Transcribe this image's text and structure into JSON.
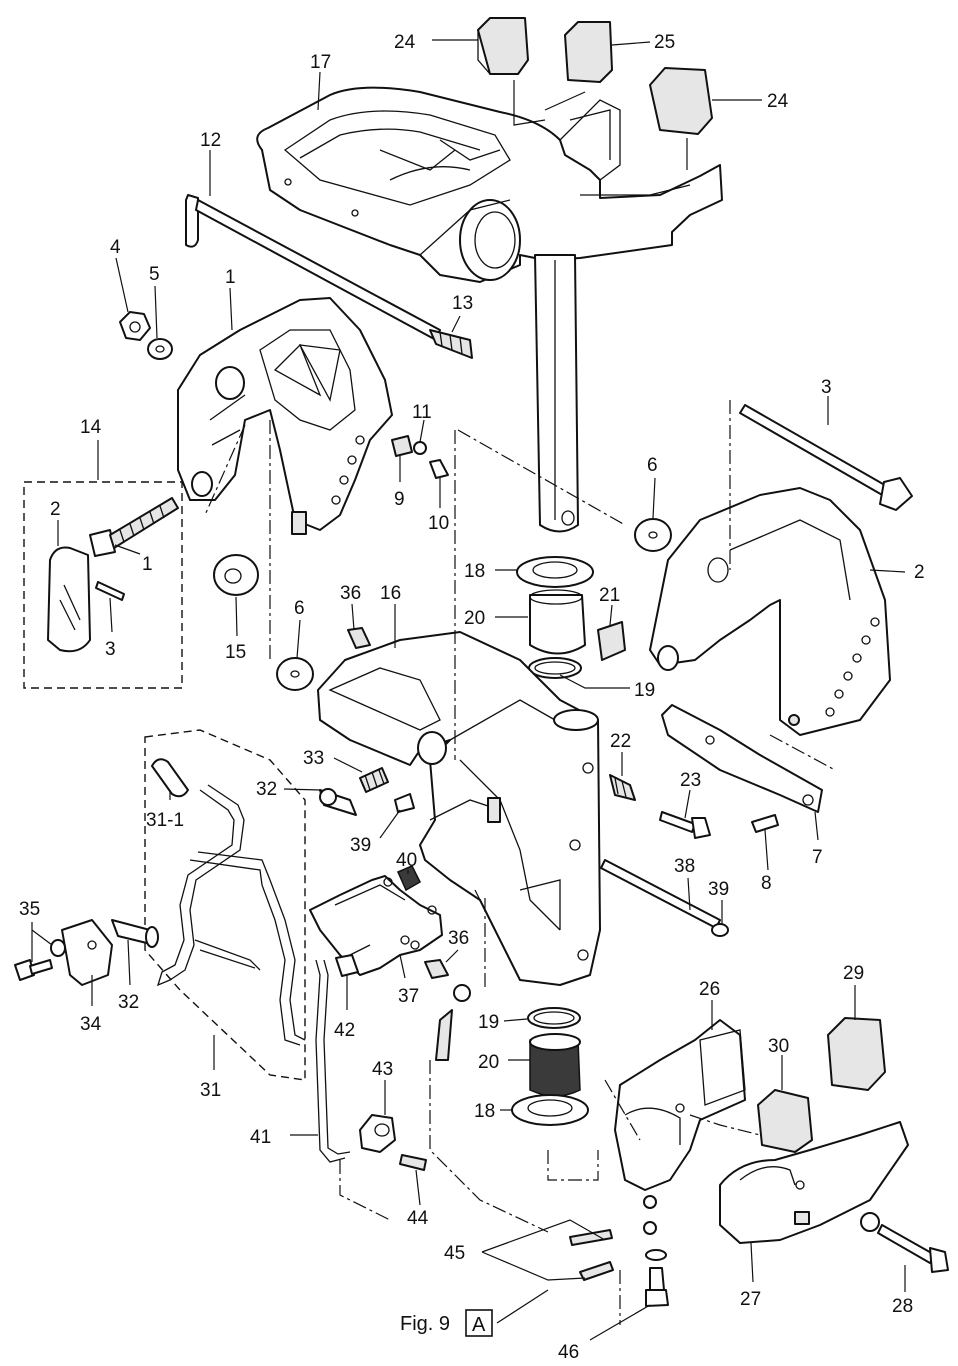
{
  "caption": {
    "prefix": "Fig. 9",
    "boxed_letter": "A"
  },
  "labels": {
    "l24a": "24",
    "l25": "25",
    "l24b": "24",
    "l17": "17",
    "l12": "12",
    "l4": "4",
    "l5": "5",
    "l1a": "1",
    "l13": "13",
    "l14": "14",
    "l2a": "2",
    "l1b": "1",
    "l3a": "3",
    "l15": "15",
    "l11": "11",
    "l9": "9",
    "l10": "10",
    "l3b": "3",
    "l6a": "6",
    "l2b": "2",
    "l18a": "18",
    "l20a": "20",
    "l21": "21",
    "l19a": "19",
    "l36a": "36",
    "l16": "16",
    "l6b": "6",
    "l22": "22",
    "l23": "23",
    "l33": "33",
    "l32a": "32",
    "l31-1": "31-1",
    "l39a": "39",
    "l40": "40",
    "l8": "8",
    "l7": "7",
    "l38": "38",
    "l39b": "39",
    "l35": "35",
    "l32b": "32",
    "l34": "34",
    "l36b": "36",
    "l37": "37",
    "l42": "42",
    "l31": "31",
    "l19b": "19",
    "l20b": "20",
    "l18b": "18",
    "l26": "26",
    "l29": "29",
    "l30": "30",
    "l43": "43",
    "l41": "41",
    "l44": "44",
    "l45": "45",
    "l27": "27",
    "l28": "28",
    "l46": "46"
  }
}
